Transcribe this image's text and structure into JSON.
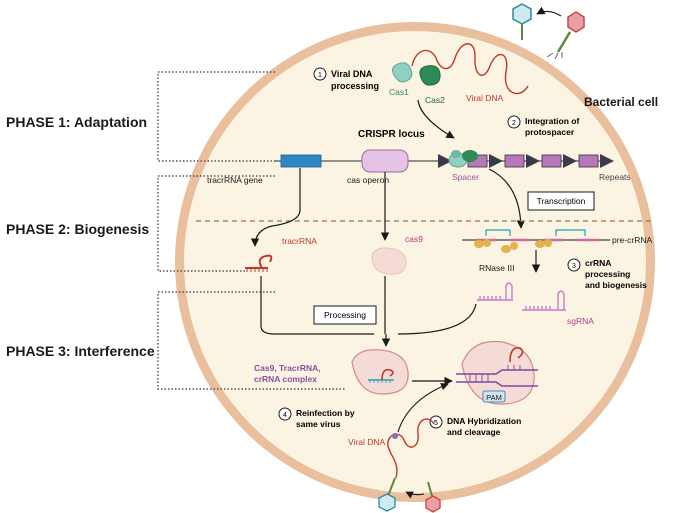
{
  "phases": {
    "adaptation": "PHASE 1: Adaptation",
    "biogenesis": "PHASE 2: Biogenesis",
    "interference": "PHASE 3: Interference"
  },
  "cell_label": "Bacterial cell",
  "steps": {
    "s1_num": "1",
    "s1_line1": "Viral DNA",
    "s1_line2": "processing",
    "s2_num": "2",
    "s2_line1": "Integration of",
    "s2_line2": "protospacer",
    "s3_num": "3",
    "s3_line1": "crRNA",
    "s3_line2": "processing",
    "s3_line3": "and biogenesis",
    "s4_num": "4",
    "s4_line1": "Reinfection by",
    "s4_line2": "same virus",
    "s5_num": "5",
    "s5_line1": "DNA Hybridization",
    "s5_line2": "and cleavage"
  },
  "labels": {
    "cas1": "Cas1",
    "cas2": "Cas2",
    "viral_dna_top": "Viral DNA",
    "crispr_locus": "CRISPR locus",
    "tracrrna_gene": "tracrRNA gene",
    "cas_operon": "cas operon",
    "spacer": "Spacer",
    "repeats": "Repeats",
    "transcription": "Transcription",
    "tracrrna": "tracrRNA",
    "cas9": "cas9",
    "rnase": "RNase III",
    "pre_crrna": "pre-crRNA",
    "sgrna": "sgRNA",
    "processing": "Processing",
    "complex_line1": "Cas9, TracrRNA,",
    "complex_line2": "crRNA complex",
    "pam": "PAM",
    "viral_dna_bottom": "Viral DNA"
  }
}
